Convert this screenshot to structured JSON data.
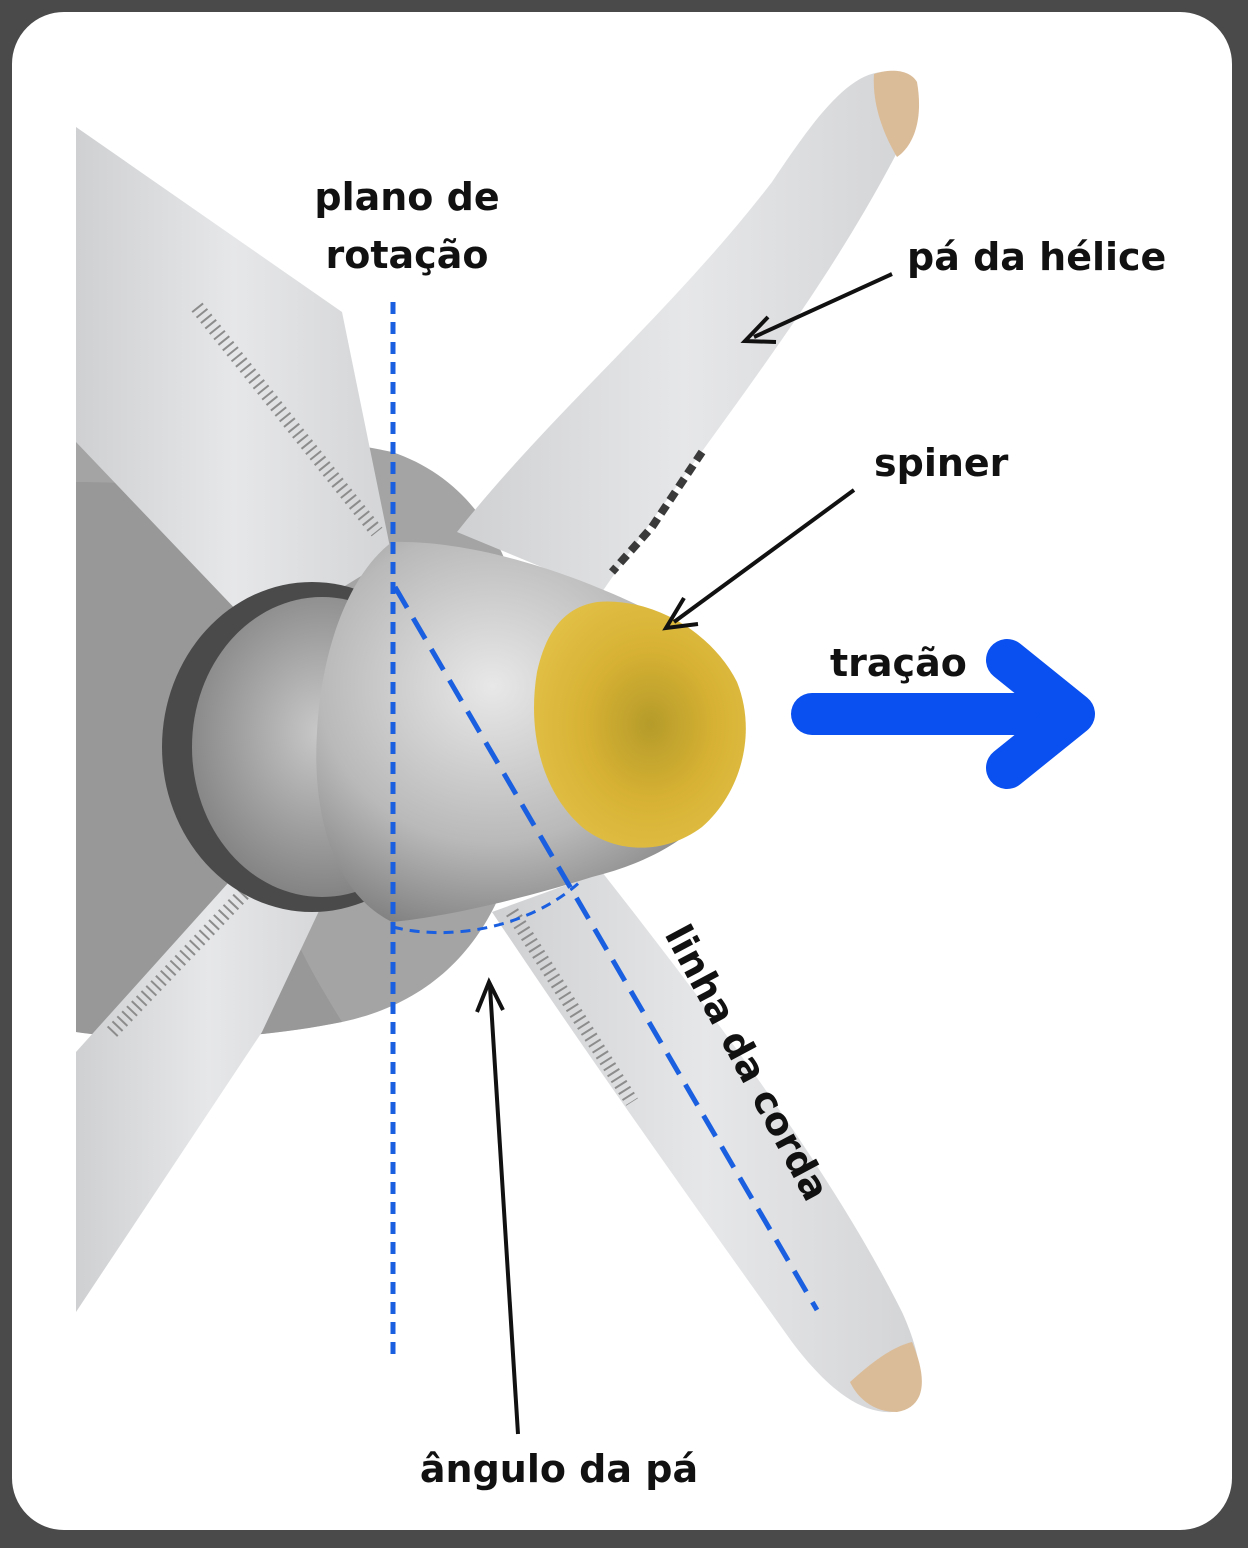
{
  "labels": {
    "rotation_plane_line1": "plano de",
    "rotation_plane_line2": "rotação",
    "blade": "pá da hélice",
    "spinner": "spiner",
    "thrust": "tração",
    "chord_line": "linha da corda",
    "blade_angle": "ângulo da pá"
  },
  "colors": {
    "dashed_line": "#1a5fe0",
    "thrust_arrow": "#0a50f0",
    "spinner_cap": "#d4ae2e",
    "blade": "#e2e3e5",
    "blade_tip": "#dbbc98",
    "text": "#111111"
  }
}
